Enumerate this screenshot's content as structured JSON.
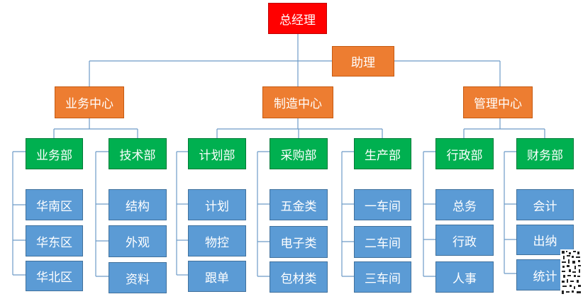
{
  "top": {
    "label": "总经理"
  },
  "assistant": {
    "label": "助理"
  },
  "centers": [
    {
      "label": "业务中心"
    },
    {
      "label": "制造中心"
    },
    {
      "label": "管理中心"
    }
  ],
  "departments": [
    {
      "label": "业务部",
      "items": [
        "华南区",
        "华东区",
        "华北区"
      ]
    },
    {
      "label": "技术部",
      "items": [
        "结构",
        "外观",
        "资料"
      ]
    },
    {
      "label": "计划部",
      "items": [
        "计划",
        "物控",
        "跟单"
      ]
    },
    {
      "label": "采购部",
      "items": [
        "五金类",
        "电子类",
        "包材类"
      ]
    },
    {
      "label": "生产部",
      "items": [
        "一车间",
        "二车间",
        "三车间"
      ]
    },
    {
      "label": "行政部",
      "items": [
        "总务",
        "行政",
        "人事"
      ]
    },
    {
      "label": "财务部",
      "items": [
        "会计",
        "出纳",
        "统计"
      ]
    }
  ],
  "colors": {
    "top": "#ff0000",
    "middle": "#ed7d31",
    "department": "#00b050",
    "item": "#5b9bd5",
    "connector": "#6d9bc8"
  }
}
